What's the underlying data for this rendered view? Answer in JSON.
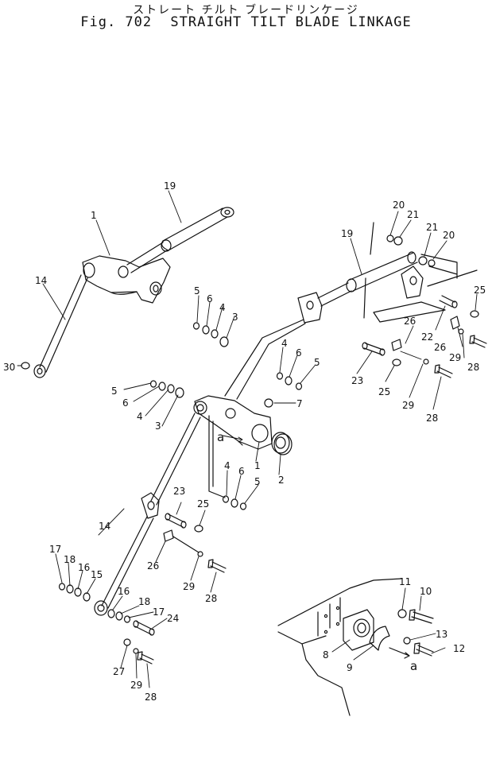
{
  "header": {
    "title_jp": "ストレート チルト ブレードリンケージ",
    "fig_number": "Fig. 702",
    "title_en": "STRAIGHT TILT BLADE LINKAGE"
  },
  "callouts": [
    "1",
    "2",
    "3",
    "4",
    "5",
    "6",
    "7",
    "8",
    "9",
    "10",
    "11",
    "12",
    "13",
    "14",
    "15",
    "16",
    "17",
    "18",
    "19",
    "20",
    "21",
    "22",
    "23",
    "24",
    "25",
    "26",
    "27",
    "28",
    "29",
    "30"
  ],
  "reference_marker": "a",
  "colors": {
    "ink": "#111111",
    "paper": "#ffffff"
  }
}
